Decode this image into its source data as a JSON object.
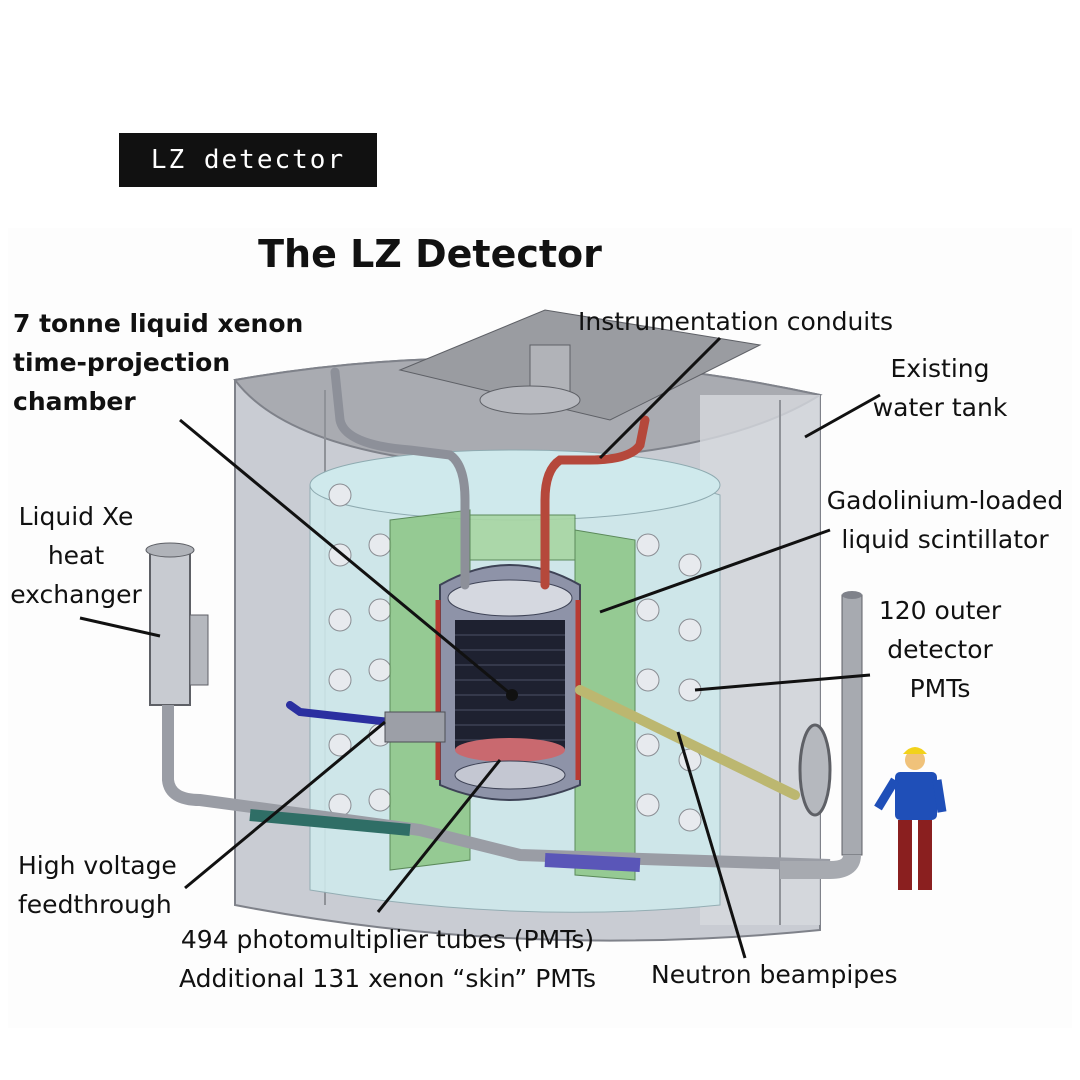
{
  "tag": "LZ detector",
  "figure": {
    "title": "The LZ Detector",
    "labels": {
      "tpc": "7 tonne liquid xenon\ntime-projection\nchamber",
      "conduits": "Instrumentation conduits",
      "water_tank": "Existing\nwater tank",
      "heat_exchanger": "Liquid Xe\nheat\nexchanger",
      "scintillator": "Gadolinium-loaded\nliquid scintillator",
      "outer_pmts": "120 outer\ndetector\nPMTs",
      "hv": "High voltage\nfeedthrough",
      "pmts": "494 photomultiplier tubes (PMTs)\nAdditional 131 xenon “skin” PMTs",
      "beampipes": "Neutron beampipes"
    }
  },
  "colors": {
    "tank": "#c9ccd3",
    "scintillator": "#8fc88a",
    "water": "#cfe9ec",
    "conduit": "#b5483b"
  }
}
